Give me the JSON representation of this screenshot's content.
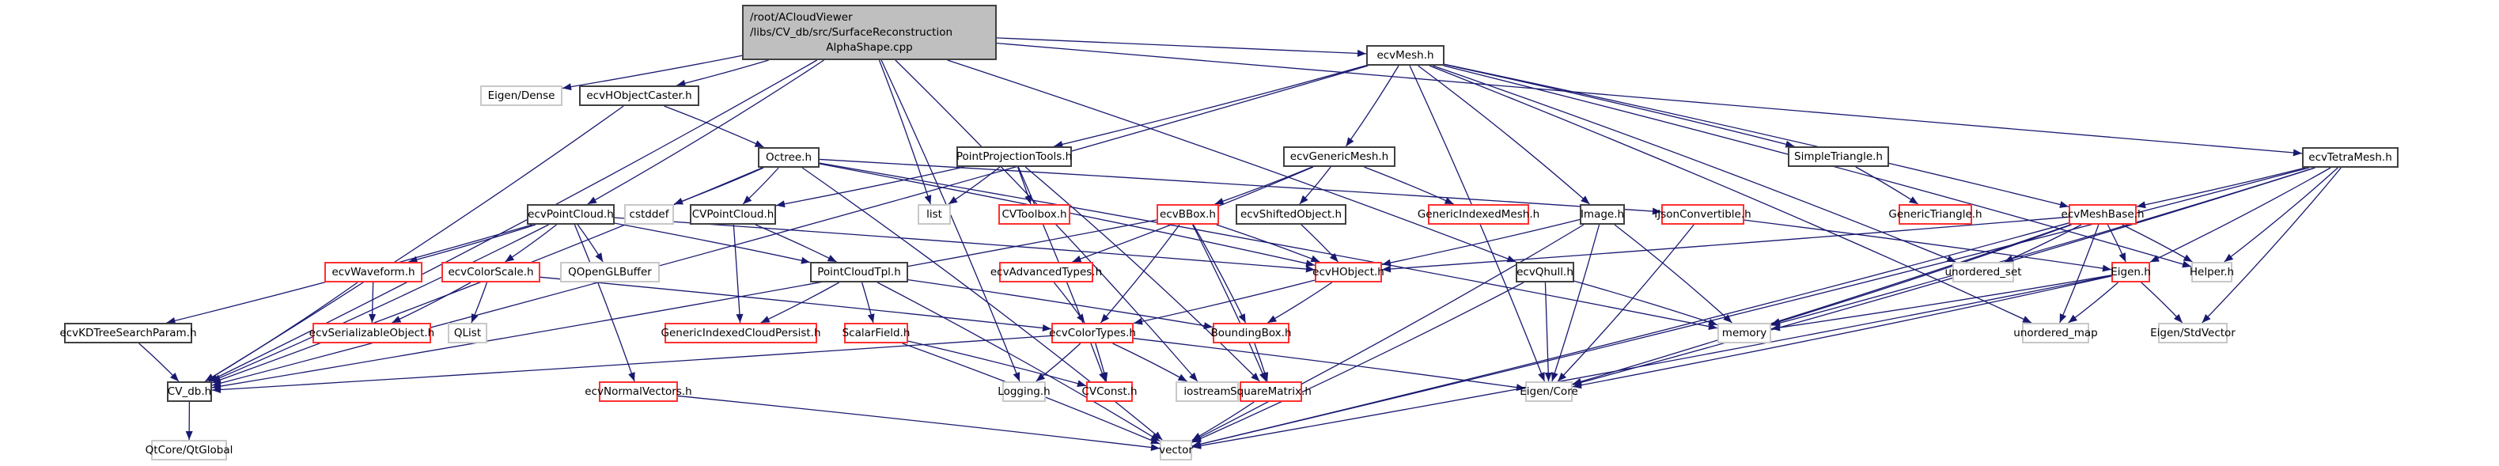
{
  "graph": {
    "title": "Include dependency graph",
    "root": {
      "id": "root",
      "lines": [
        "/root/ACloudViewer",
        "/libs/CV_db/src/SurfaceReconstruction",
        "AlphaShape.cpp"
      ]
    },
    "legend_colors": {
      "edge": "#191970",
      "local_border": "#404040",
      "truncated_border": "#ff3030",
      "external_border": "#c8c8c8",
      "root_fill": "#bfbfbf"
    },
    "nodes": [
      {
        "id": "eigen_dense",
        "label": "Eigen/Dense",
        "kind": "ext"
      },
      {
        "id": "ecvHObjectCaster",
        "label": "ecvHObjectCaster.h",
        "kind": "local"
      },
      {
        "id": "octree",
        "label": "Octree.h",
        "kind": "local"
      },
      {
        "id": "ecvMesh",
        "label": "ecvMesh.h",
        "kind": "local"
      },
      {
        "id": "ecvTetraMesh",
        "label": "ecvTetraMesh.h",
        "kind": "local"
      },
      {
        "id": "pointProjectionTools",
        "label": "PointProjectionTools.h",
        "kind": "local"
      },
      {
        "id": "ecvGenericMesh",
        "label": "ecvGenericMesh.h",
        "kind": "local"
      },
      {
        "id": "simpleTriangle",
        "label": "SimpleTriangle.h",
        "kind": "local"
      },
      {
        "id": "ecvPointCloud",
        "label": "ecvPointCloud.h",
        "kind": "local"
      },
      {
        "id": "cstddef",
        "label": "cstddef",
        "kind": "ext"
      },
      {
        "id": "cvPointCloud",
        "label": "CVPointCloud.h",
        "kind": "local"
      },
      {
        "id": "list",
        "label": "list",
        "kind": "ext"
      },
      {
        "id": "cvToolbox",
        "label": "CVToolbox.h",
        "kind": "trunc"
      },
      {
        "id": "ecvBBox",
        "label": "ecvBBox.h",
        "kind": "trunc"
      },
      {
        "id": "ecvShiftedObject",
        "label": "ecvShiftedObject.h",
        "kind": "local"
      },
      {
        "id": "genericIndexedMesh",
        "label": "GenericIndexedMesh.h",
        "kind": "trunc"
      },
      {
        "id": "image",
        "label": "Image.h",
        "kind": "local"
      },
      {
        "id": "iJsonConvertible",
        "label": "IJsonConvertible.h",
        "kind": "trunc"
      },
      {
        "id": "genericTriangle",
        "label": "GenericTriangle.h",
        "kind": "trunc"
      },
      {
        "id": "ecvMeshBase",
        "label": "ecvMeshBase.h",
        "kind": "trunc"
      },
      {
        "id": "ecvWaveform",
        "label": "ecvWaveform.h",
        "kind": "trunc"
      },
      {
        "id": "ecvColorScale",
        "label": "ecvColorScale.h",
        "kind": "trunc"
      },
      {
        "id": "qOpenGLBuffer",
        "label": "QOpenGLBuffer",
        "kind": "ext"
      },
      {
        "id": "pointCloudTpl",
        "label": "PointCloudTpl.h",
        "kind": "local"
      },
      {
        "id": "ecvAdvancedTypes",
        "label": "ecvAdvancedTypes.h",
        "kind": "trunc"
      },
      {
        "id": "ecvHObject",
        "label": "ecvHObject.h",
        "kind": "trunc"
      },
      {
        "id": "ecvQhull",
        "label": "ecvQhull.h",
        "kind": "local"
      },
      {
        "id": "unordered_set",
        "label": "unordered_set",
        "kind": "ext"
      },
      {
        "id": "eigenH",
        "label": "Eigen.h",
        "kind": "trunc"
      },
      {
        "id": "helper",
        "label": "Helper.h",
        "kind": "ext"
      },
      {
        "id": "ecvKDTreeSearchParam",
        "label": "ecvKDTreeSearchParam.h",
        "kind": "local"
      },
      {
        "id": "ecvSerializableObject",
        "label": "ecvSerializableObject.h",
        "kind": "trunc"
      },
      {
        "id": "qList",
        "label": "QList",
        "kind": "ext"
      },
      {
        "id": "genericIndexedCloudPersist",
        "label": "GenericIndexedCloudPersist.h",
        "kind": "trunc"
      },
      {
        "id": "scalarField",
        "label": "ScalarField.h",
        "kind": "trunc"
      },
      {
        "id": "ecvColorTypes",
        "label": "ecvColorTypes.h",
        "kind": "trunc"
      },
      {
        "id": "boundingBox",
        "label": "BoundingBox.h",
        "kind": "trunc"
      },
      {
        "id": "memory",
        "label": "memory",
        "kind": "ext"
      },
      {
        "id": "unordered_map",
        "label": "unordered_map",
        "kind": "ext"
      },
      {
        "id": "eigen_stdvector",
        "label": "Eigen/StdVector",
        "kind": "ext"
      },
      {
        "id": "cv_db",
        "label": "CV_db.h",
        "kind": "local"
      },
      {
        "id": "ecvNormalVectors",
        "label": "ecvNormalVectors.h",
        "kind": "trunc"
      },
      {
        "id": "logging",
        "label": "Logging.h",
        "kind": "ext"
      },
      {
        "id": "cvConst",
        "label": "CVConst.h",
        "kind": "trunc"
      },
      {
        "id": "iostream",
        "label": "iostream",
        "kind": "ext"
      },
      {
        "id": "squareMatrix",
        "label": "SquareMatrix.h",
        "kind": "trunc"
      },
      {
        "id": "eigen_core",
        "label": "Eigen/Core",
        "kind": "ext"
      },
      {
        "id": "qtCoreGlobal",
        "label": "QtCore/QtGlobal",
        "kind": "ext"
      },
      {
        "id": "vector",
        "label": "vector",
        "kind": "ext"
      }
    ],
    "edges": [
      [
        "root",
        "eigen_dense"
      ],
      [
        "root",
        "ecvHObjectCaster"
      ],
      [
        "root",
        "ecvPointCloud"
      ],
      [
        "root",
        "list"
      ],
      [
        "root",
        "ecvMesh"
      ],
      [
        "root",
        "ecvTetraMesh"
      ],
      [
        "root",
        "ecvQhull"
      ],
      [
        "root",
        "logging"
      ],
      [
        "root",
        "iostream"
      ],
      [
        "root",
        "cv_db"
      ],
      [
        "ecvHObjectCaster",
        "octree"
      ],
      [
        "ecvHObjectCaster",
        "cv_db"
      ],
      [
        "octree",
        "cstddef"
      ],
      [
        "octree",
        "cvPointCloud"
      ],
      [
        "octree",
        "ecvHObject"
      ],
      [
        "octree",
        "memory"
      ],
      [
        "octree",
        "cv_db"
      ],
      [
        "octree",
        "vector"
      ],
      [
        "octree",
        "iJsonConvertible"
      ],
      [
        "ecvMesh",
        "pointProjectionTools"
      ],
      [
        "ecvMesh",
        "ecvGenericMesh"
      ],
      [
        "ecvMesh",
        "simpleTriangle"
      ],
      [
        "ecvMesh",
        "image"
      ],
      [
        "ecvMesh",
        "eigen_core"
      ],
      [
        "ecvMesh",
        "helper"
      ],
      [
        "ecvMesh",
        "unordered_set"
      ],
      [
        "ecvMesh",
        "unordered_map"
      ],
      [
        "ecvMesh",
        "ecvMeshBase"
      ],
      [
        "ecvMesh",
        "cv_db"
      ],
      [
        "ecvTetraMesh",
        "ecvMeshBase"
      ],
      [
        "ecvTetraMesh",
        "eigenH"
      ],
      [
        "ecvTetraMesh",
        "helper"
      ],
      [
        "ecvTetraMesh",
        "eigen_stdvector"
      ],
      [
        "ecvTetraMesh",
        "eigen_core"
      ],
      [
        "ecvTetraMesh",
        "vector"
      ],
      [
        "ecvTetraMesh",
        "memory"
      ],
      [
        "pointProjectionTools",
        "list"
      ],
      [
        "pointProjectionTools",
        "cvToolbox"
      ],
      [
        "pointProjectionTools",
        "cvPointCloud"
      ],
      [
        "pointProjectionTools",
        "cvConst"
      ],
      [
        "pointProjectionTools",
        "squareMatrix"
      ],
      [
        "ecvGenericMesh",
        "ecvBBox"
      ],
      [
        "ecvGenericMesh",
        "ecvShiftedObject"
      ],
      [
        "ecvGenericMesh",
        "genericIndexedMesh"
      ],
      [
        "ecvGenericMesh",
        "ecvAdvancedTypes"
      ],
      [
        "simpleTriangle",
        "genericTriangle"
      ],
      [
        "ecvPointCloud",
        "ecvWaveform"
      ],
      [
        "ecvPointCloud",
        "ecvColorScale"
      ],
      [
        "ecvPointCloud",
        "qOpenGLBuffer"
      ],
      [
        "ecvPointCloud",
        "pointCloudTpl"
      ],
      [
        "ecvPointCloud",
        "ecvKDTreeSearchParam"
      ],
      [
        "ecvPointCloud",
        "ecvNormalVectors"
      ],
      [
        "ecvPointCloud",
        "cv_db"
      ],
      [
        "ecvPointCloud",
        "ecvHObject"
      ],
      [
        "cvPointCloud",
        "pointCloudTpl"
      ],
      [
        "cvPointCloud",
        "genericIndexedCloudPersist"
      ],
      [
        "ecvBBox",
        "ecvHObject"
      ],
      [
        "ecvBBox",
        "ecvColorTypes"
      ],
      [
        "ecvBBox",
        "boundingBox"
      ],
      [
        "ecvBBox",
        "squareMatrix"
      ],
      [
        "ecvBBox",
        "cv_db"
      ],
      [
        "ecvShiftedObject",
        "ecvHObject"
      ],
      [
        "image",
        "ecvHObject"
      ],
      [
        "image",
        "memory"
      ],
      [
        "image",
        "eigen_core"
      ],
      [
        "image",
        "vector"
      ],
      [
        "iJsonConvertible",
        "eigenH"
      ],
      [
        "iJsonConvertible",
        "eigen_core"
      ],
      [
        "ecvMeshBase",
        "ecvHObject"
      ],
      [
        "ecvMeshBase",
        "eigenH"
      ],
      [
        "ecvMeshBase",
        "helper"
      ],
      [
        "ecvMeshBase",
        "unordered_set"
      ],
      [
        "ecvMeshBase",
        "unordered_map"
      ],
      [
        "ecvMeshBase",
        "memory"
      ],
      [
        "ecvMeshBase",
        "eigen_core"
      ],
      [
        "ecvMeshBase",
        "vector"
      ],
      [
        "ecvWaveform",
        "ecvSerializableObject"
      ],
      [
        "ecvWaveform",
        "cv_db"
      ],
      [
        "ecvColorScale",
        "ecvSerializableObject"
      ],
      [
        "ecvColorScale",
        "qList"
      ],
      [
        "ecvColorScale",
        "ecvColorTypes"
      ],
      [
        "pointCloudTpl",
        "genericIndexedCloudPersist"
      ],
      [
        "pointCloudTpl",
        "scalarField"
      ],
      [
        "pointCloudTpl",
        "boundingBox"
      ],
      [
        "pointCloudTpl",
        "vector"
      ],
      [
        "ecvAdvancedTypes",
        "ecvColorTypes"
      ],
      [
        "ecvHObject",
        "ecvColorTypes"
      ],
      [
        "ecvHObject",
        "boundingBox"
      ],
      [
        "ecvQhull",
        "memory"
      ],
      [
        "ecvQhull",
        "eigen_core"
      ],
      [
        "ecvQhull",
        "vector"
      ],
      [
        "eigenH",
        "memory"
      ],
      [
        "eigenH",
        "unordered_map"
      ],
      [
        "eigenH",
        "eigen_stdvector"
      ],
      [
        "eigenH",
        "eigen_core"
      ],
      [
        "eigenH",
        "vector"
      ],
      [
        "ecvKDTreeSearchParam",
        "cv_db"
      ],
      [
        "scalarField",
        "cvConst"
      ],
      [
        "scalarField",
        "vector"
      ],
      [
        "ecvColorTypes",
        "cv_db"
      ],
      [
        "ecvColorTypes",
        "logging"
      ],
      [
        "ecvColorTypes",
        "cvConst"
      ],
      [
        "ecvColorTypes",
        "iostream"
      ],
      [
        "ecvColorTypes",
        "eigen_core"
      ],
      [
        "boundingBox",
        "squareMatrix"
      ],
      [
        "squareMatrix",
        "vector"
      ],
      [
        "cv_db",
        "qtCoreGlobal"
      ],
      [
        "ecvNormalVectors",
        "vector"
      ]
    ]
  }
}
